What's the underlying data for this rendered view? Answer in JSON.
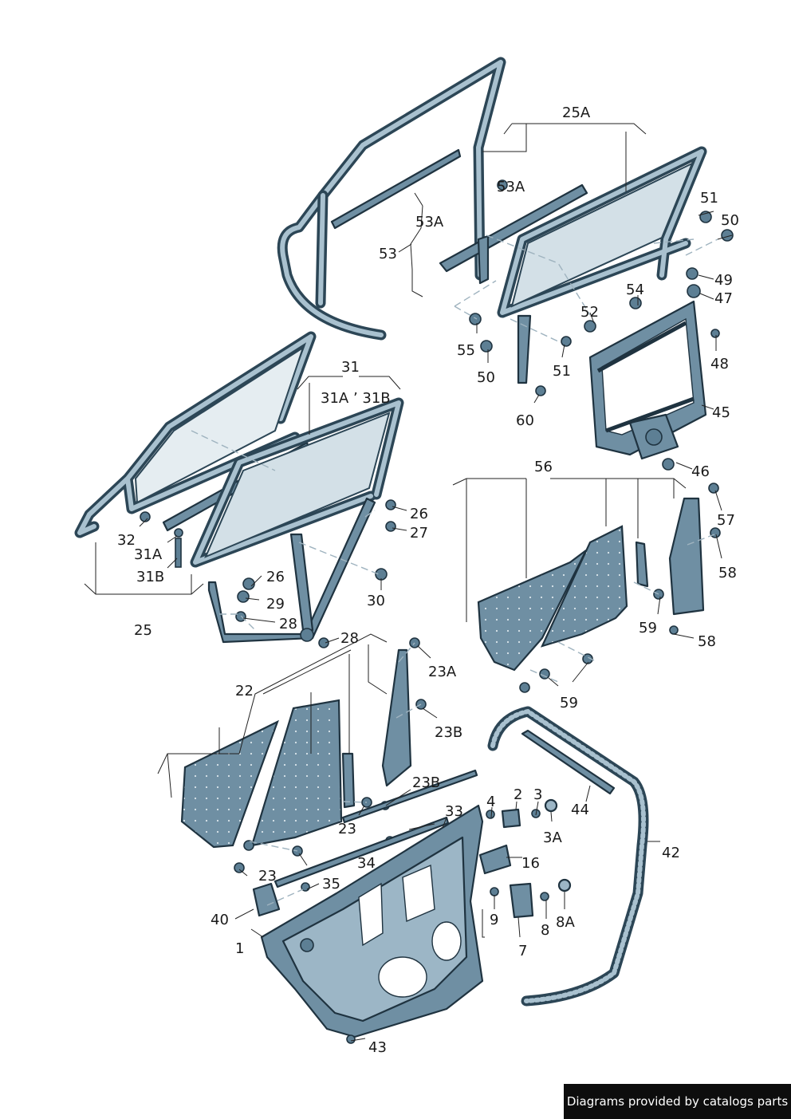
{
  "labels": {
    "l1": "1",
    "l2": "2",
    "l3": "3",
    "l3A": "3A",
    "l4": "4",
    "l7": "7",
    "l8": "8",
    "l8A": "8A",
    "l9": "9",
    "l16": "16",
    "l22": "22",
    "l23a": "23",
    "l23b": "23",
    "l23A": "23A",
    "l23B": "23B",
    "l23B2": "23B",
    "l25": "25",
    "l25A": "25A",
    "l26a": "26",
    "l26b": "26",
    "l27": "27",
    "l28a": "28",
    "l28b": "28",
    "l29": "29",
    "l30": "30",
    "l31": "31",
    "l31A31B": "31A ’ 31B",
    "l31A": "31A",
    "l31B": "31B",
    "l32": "32",
    "l33": "33",
    "l34": "34",
    "l35": "35",
    "l40": "40",
    "l42": "42",
    "l43": "43",
    "l44": "44",
    "l45": "45",
    "l46": "46",
    "l47": "47",
    "l48": "48",
    "l49": "49",
    "l50a": "50",
    "l50b": "50",
    "l51a": "51",
    "l51b": "51",
    "l52": "52",
    "l53": "53",
    "l53A": "53A",
    "l53A2": "53A",
    "l54": "54",
    "l55": "55",
    "l56": "56",
    "l57": "57",
    "l58a": "58",
    "l58b": "58",
    "l59a": "59",
    "l59b": "59",
    "l60": "60"
  },
  "footer": {
    "text": "Diagrams provided by catalogs parts"
  },
  "colors": {
    "part_fill": "#6f8fa3",
    "part_light": "#9cb6c6",
    "outline": "#1f3340",
    "glass": "#d3e0e7"
  }
}
